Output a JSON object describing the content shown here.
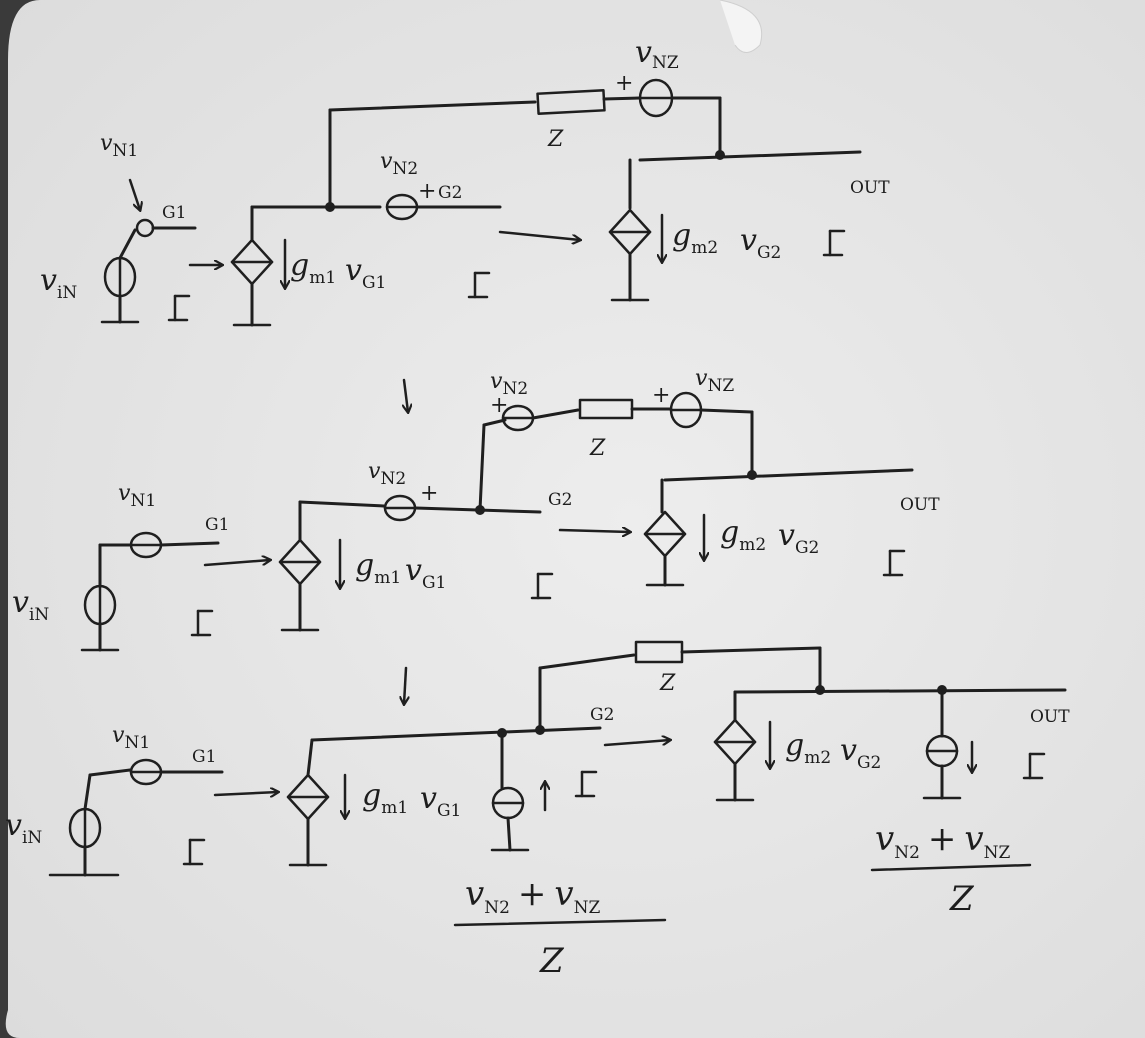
{
  "labels": {
    "vin": "v",
    "vin_sub": "iN",
    "vn1": "v",
    "vn1_sub": "N1",
    "vn2": "v",
    "vn2_sub": "N2",
    "vnz": "v",
    "vnz_sub": "NZ",
    "g1": "G1",
    "g2": "G2",
    "z": "Z",
    "gm1": "g",
    "gm1_sub": "m1",
    "vg1": "v",
    "vg1_sub": "G1",
    "gm2": "g",
    "gm2_sub": "m2",
    "vg2": "v",
    "vg2_sub": "G2",
    "out": "OUT",
    "plus": "+"
  },
  "formula": {
    "numerator": "v",
    "num_sub1": "N2",
    "num_plus": "+",
    "num_sub2": "NZ",
    "denominator": "Z"
  },
  "colors": {
    "paper": "#e9e9e9",
    "ink": "#1f1f1f",
    "background": "#3a3a3a"
  }
}
